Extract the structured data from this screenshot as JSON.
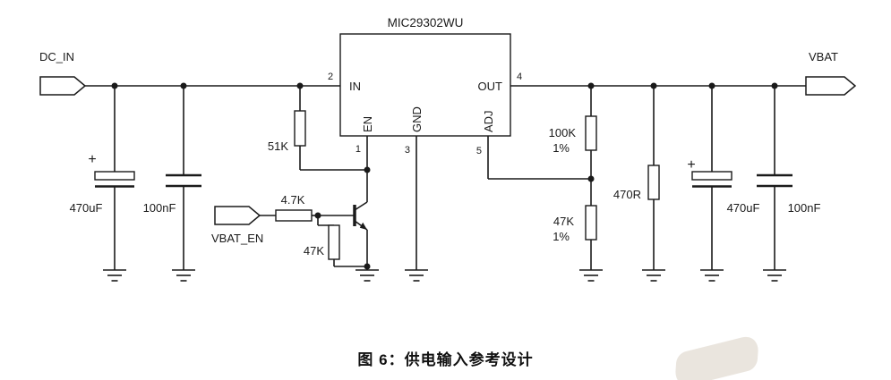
{
  "ic": {
    "title": "MIC29302WU",
    "pin_in": "IN",
    "pin_in_num": "2",
    "pin_out": "OUT",
    "pin_out_num": "4",
    "pin_en": "EN",
    "pin_en_num": "1",
    "pin_gnd": "GND",
    "pin_gnd_num": "3",
    "pin_adj": "ADJ",
    "pin_adj_num": "5"
  },
  "connectors": {
    "dc_in": "DC_IN",
    "vbat_en": "VBAT_EN",
    "vbat": "VBAT"
  },
  "components": {
    "c_in_bulk": "470uF",
    "c_in_bypass": "100nF",
    "r_en_pullup": "51K",
    "r_base": "4.7K",
    "r_base_pulldown": "47K",
    "r_fb_top": "100K",
    "r_fb_top_tol": "1%",
    "r_fb_bottom": "47K",
    "r_fb_bottom_tol": "1%",
    "r_output": "470R",
    "c_out_bulk": "470uF",
    "c_out_bypass": "100nF",
    "polarity_plus": "+"
  },
  "caption": "图 6：供电输入参考设计"
}
